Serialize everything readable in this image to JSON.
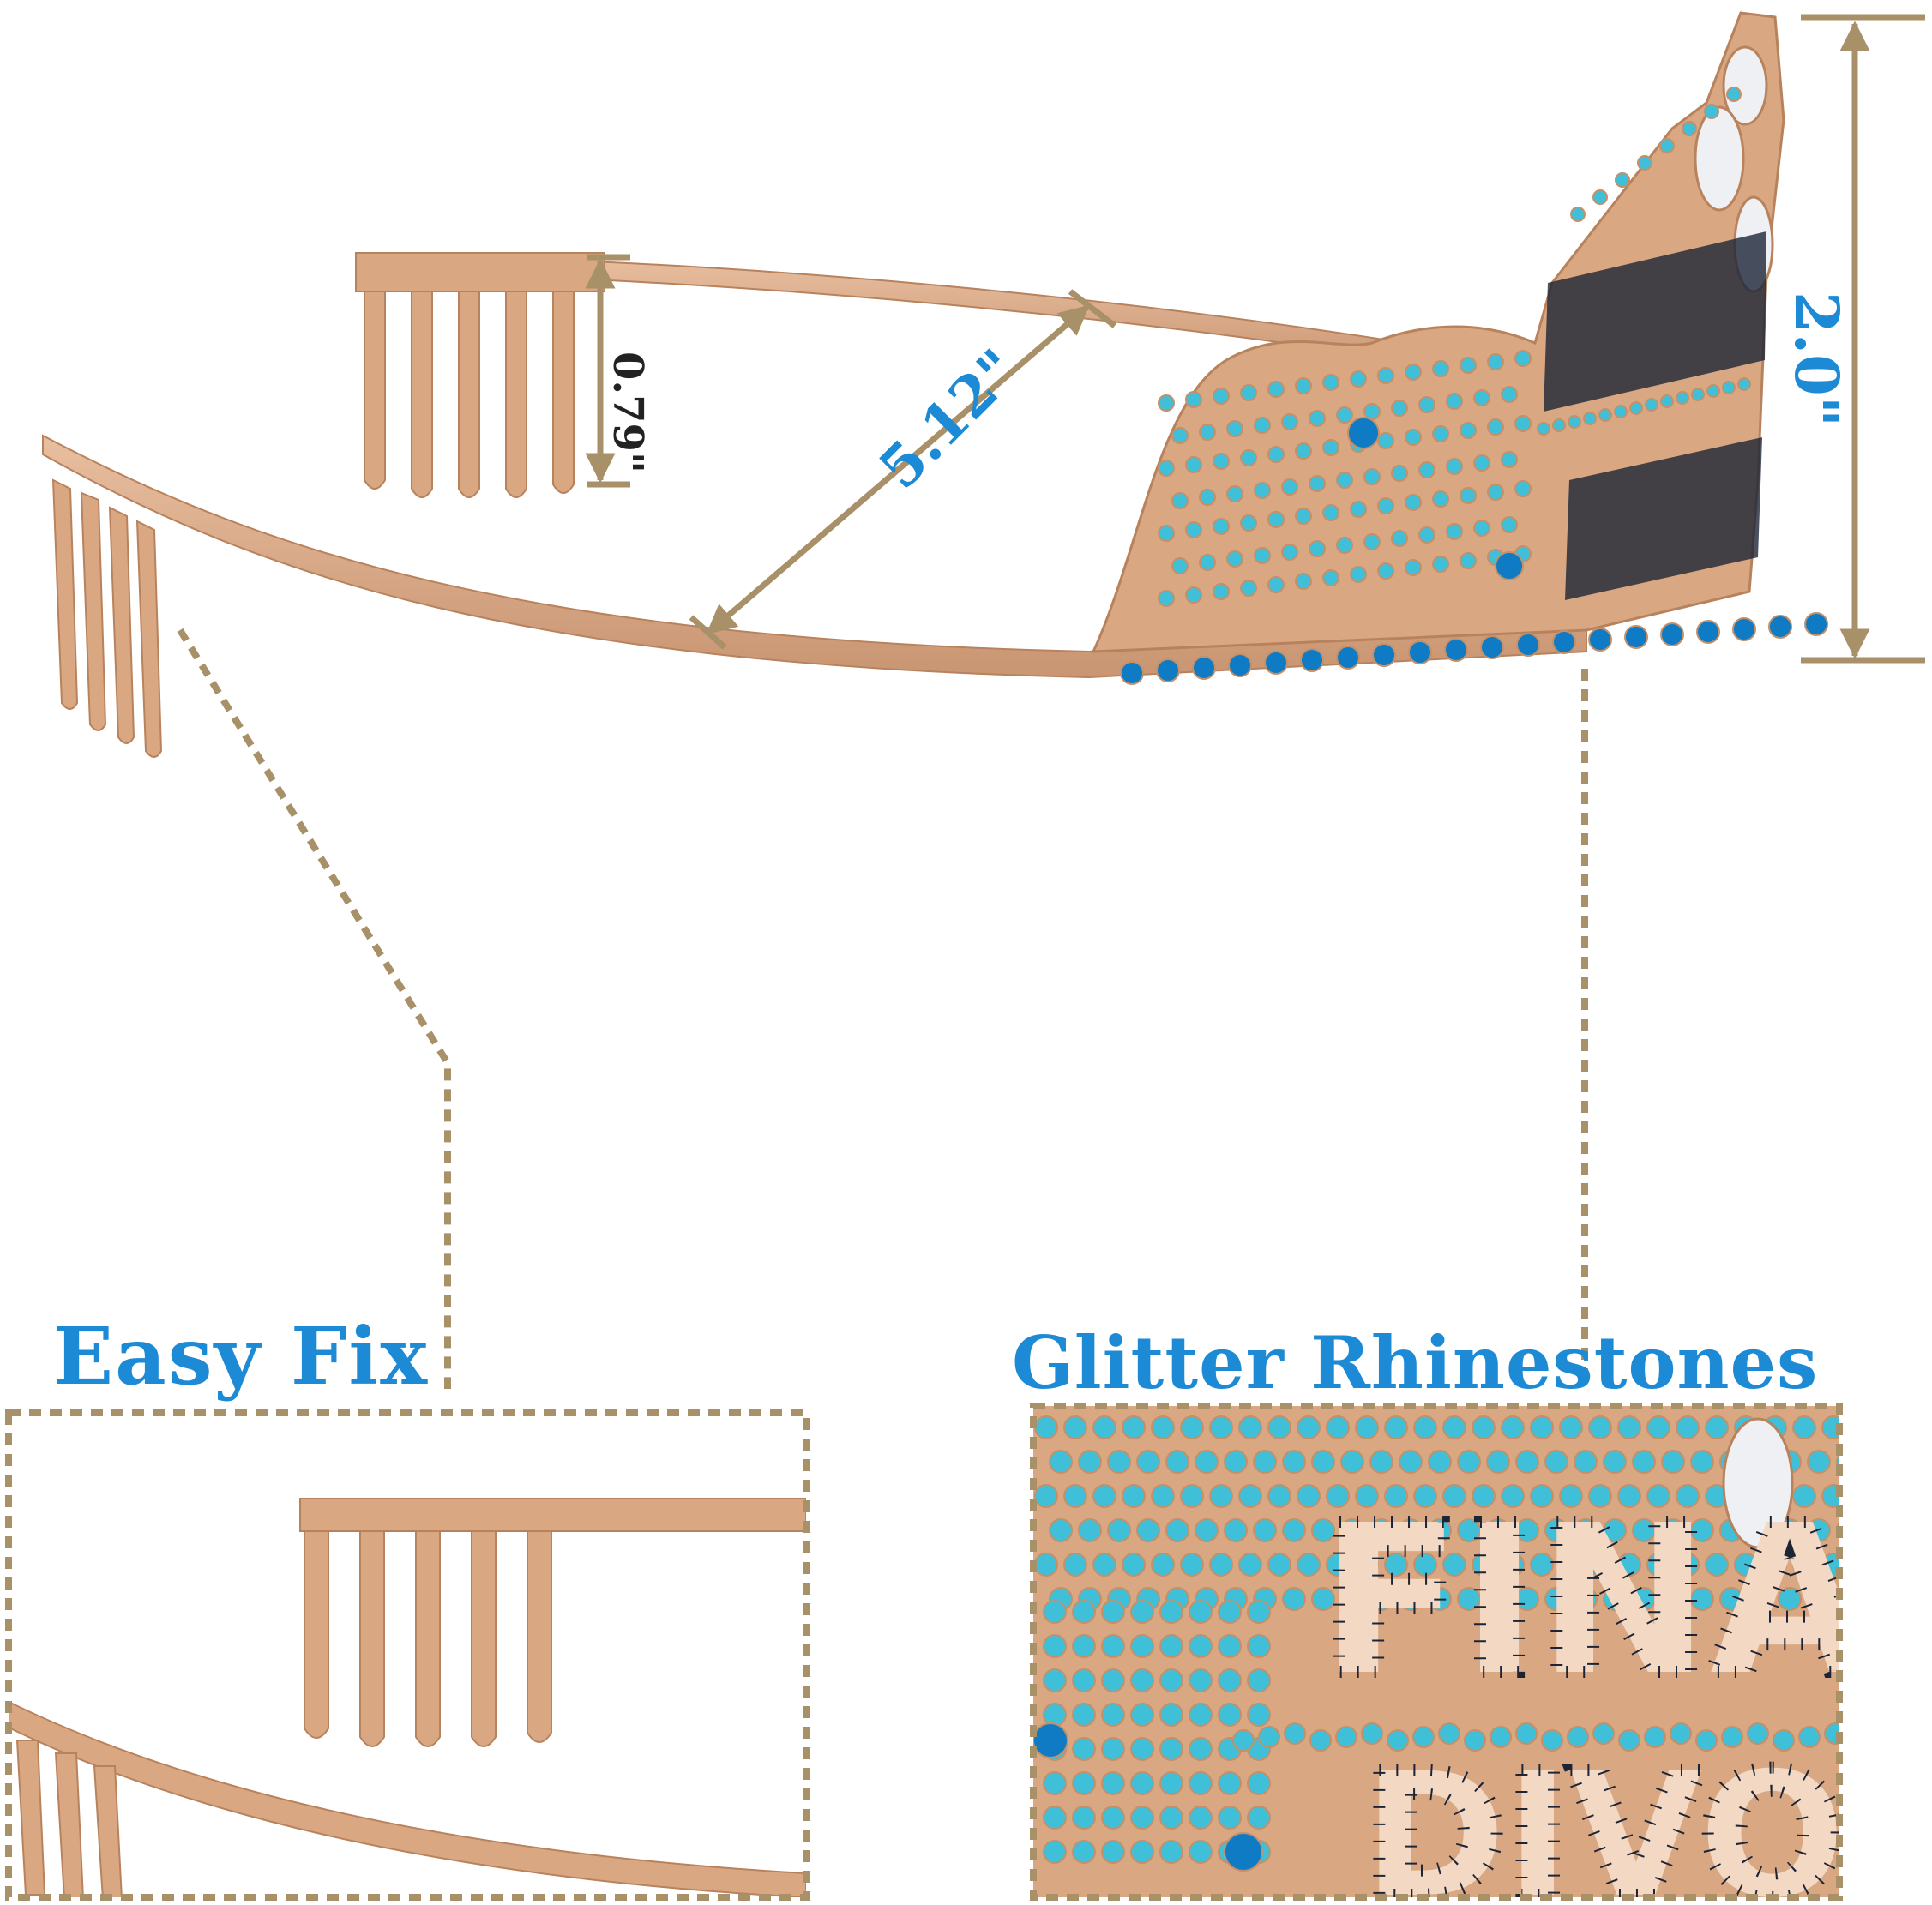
{
  "labels": {
    "easy_fix": "Easy  Fix",
    "glitter": "Glitter Rhinestones"
  },
  "dimensions": {
    "comb_height": "0.79\"",
    "band_width": "5.12\"",
    "tiara_height": "2.0\""
  },
  "zoom_text": {
    "line1": "FINA",
    "line2": "DIVOR"
  },
  "colors": {
    "gold": "#d9a883",
    "gold_dark": "#b8825c",
    "arrow": "#a89069",
    "light_blue": "#3fc0d8",
    "deep_blue": "#0e7bc4",
    "black_stone": "#1c2436",
    "label_blue": "#1d8ad6"
  }
}
